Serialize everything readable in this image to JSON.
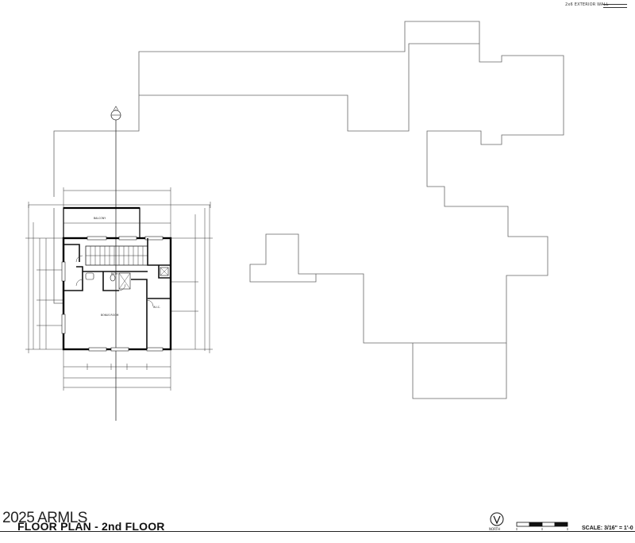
{
  "sheet": {
    "title": "FLOOR PLAN - 2nd FLOOR",
    "copyright": "2025 ARMLS",
    "legend_label": "2x6 EXTERIOR WALL",
    "north_label": "NORTH",
    "scale_label": "SCALE:  3/16\" = 1'-0"
  },
  "rooms": {
    "balcony": "BALCONY",
    "bonus_room": "BONUS ROOM",
    "wic": "W.I.C.",
    "bath": "BATH"
  }
}
